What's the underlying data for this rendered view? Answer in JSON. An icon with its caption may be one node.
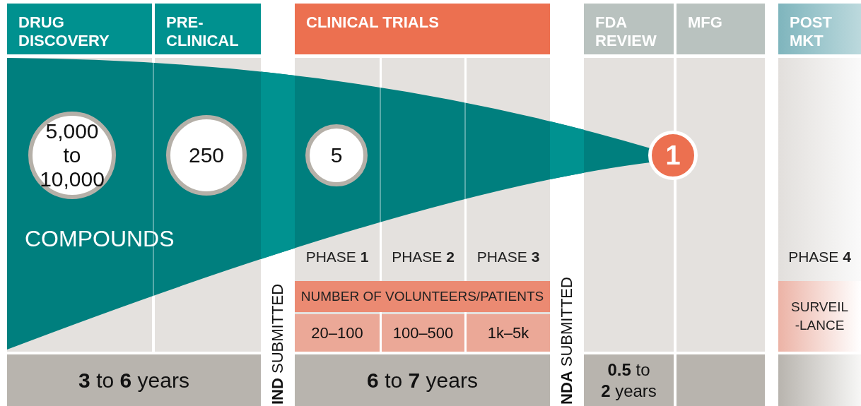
{
  "diagram": {
    "nodes": [
      {
        "text": [
          "DRUG DISCOVERY"
        ]
      },
      {
        "text": [
          "PRE-CLINICAL"
        ]
      },
      {
        "text": [
          "CLINICAL TRIALS"
        ]
      },
      {
        "text": [
          "FDA REVIEW"
        ]
      },
      {
        "text": [
          "MFG"
        ]
      },
      {
        "text": [
          "POST MKT"
        ]
      },
      {
        "text": [
          "5,000 to 10,000"
        ]
      },
      {
        "text": [
          "250"
        ]
      },
      {
        "text": [
          "5"
        ]
      },
      {
        "text": [
          "1"
        ]
      },
      {
        "text": [
          "NUMBER OF VOLUNTEERS/PATIENTS"
        ]
      },
      {
        "text": [
          "20–100"
        ]
      },
      {
        "text": [
          "100–500"
        ]
      },
      {
        "text": [
          "1k–5k"
        ]
      },
      {
        "text": [
          "SURVEIL -LANCE"
        ]
      },
      {
        "text": [
          "**3** to **6** years"
        ]
      },
      {
        "text": [
          "**6** to **7** years"
        ]
      },
      {
        "text": [
          "**0.5** to **2** years"
        ]
      },
      {
        "text": [],
        "shape": "bar"
      },
      {
        "text": [],
        "shape": "bar"
      }
    ],
    "labels": [
      "COMPOUNDS",
      "PHASE **1**",
      "PHASE **2**",
      "PHASE **3**",
      "PHASE **4**",
      "**IND** SUBMITTED",
      "**NDA** SUBMITTED"
    ]
  }
}
